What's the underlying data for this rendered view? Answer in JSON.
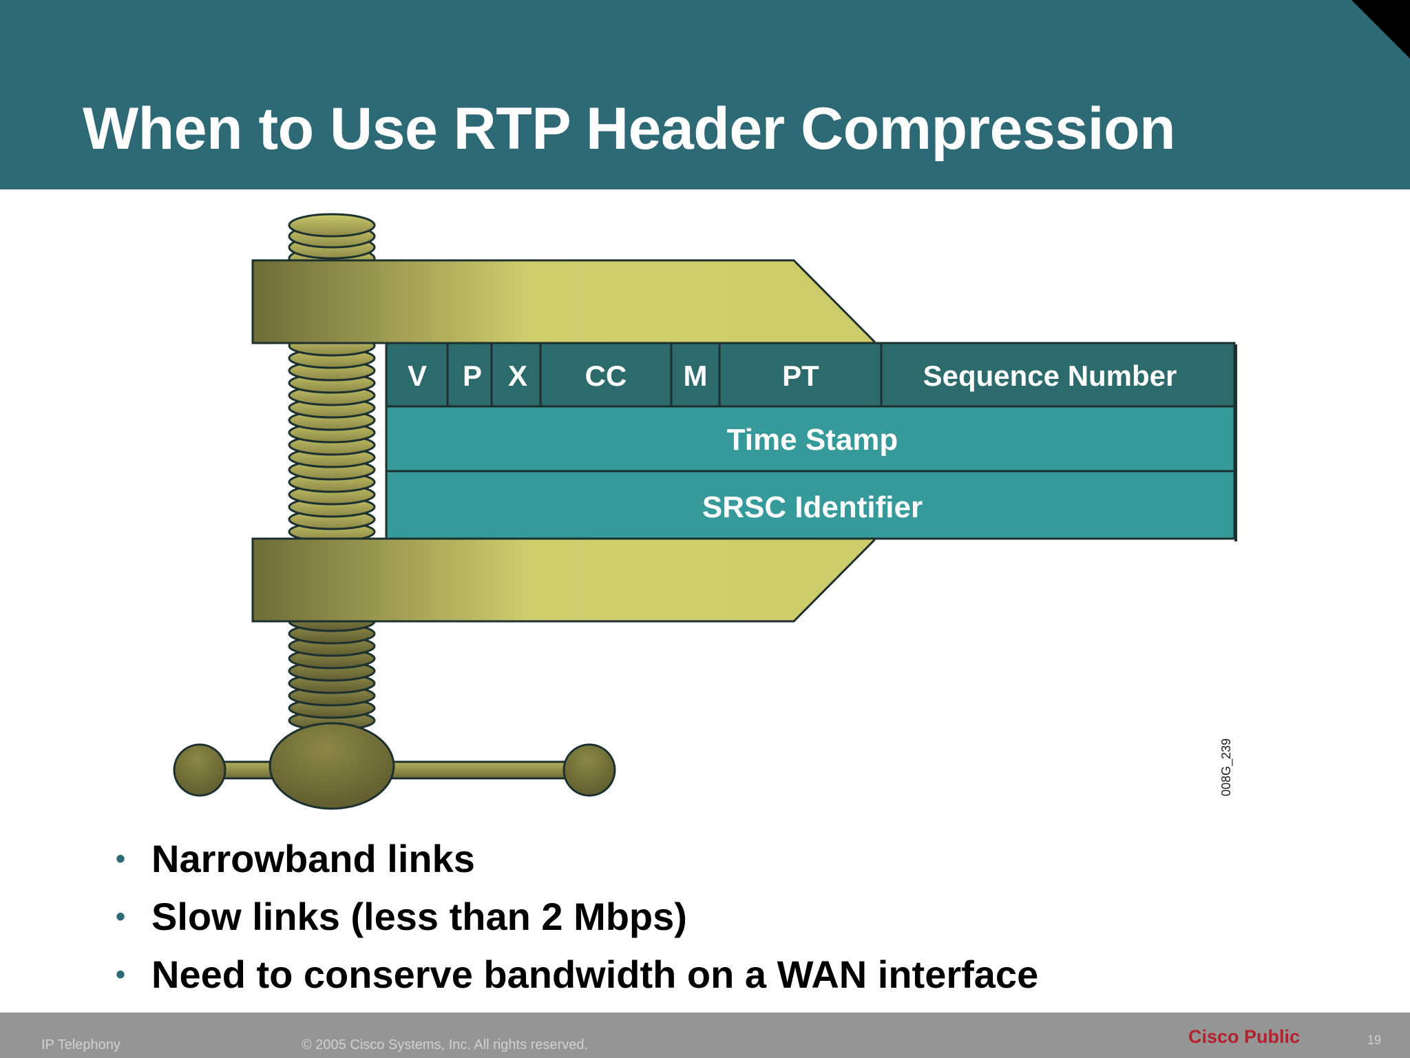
{
  "slide": {
    "title": "When to Use RTP Header Compression"
  },
  "diagram": {
    "header_fields": {
      "v": "V",
      "p": "P",
      "x": "X",
      "cc": "CC",
      "m": "M",
      "pt": "PT",
      "sequence_number": "Sequence Number",
      "time_stamp": "Time Stamp",
      "srsc_identifier": "SRSC Identifier"
    },
    "figure_code": "008G_239",
    "colors": {
      "header_top_row": "#2d6a6c",
      "header_body": "#359a99",
      "clamp_light": "#cfcf6e",
      "clamp_dark": "#6e6c38"
    }
  },
  "bullets": [
    "Narrowband links",
    "Slow links (less than 2 Mbps)",
    "Need to conserve bandwidth on a WAN interface"
  ],
  "footer": {
    "course": "IP Telephony",
    "copyright": "© 2005 Cisco Systems, Inc. All rights reserved.",
    "classification": "Cisco Public",
    "page_number": "19"
  },
  "colors": {
    "title_band": "#2d6a75",
    "footer_band": "#959595",
    "classification_text": "#b3212d",
    "bullet_marker": "#2d6a75"
  }
}
